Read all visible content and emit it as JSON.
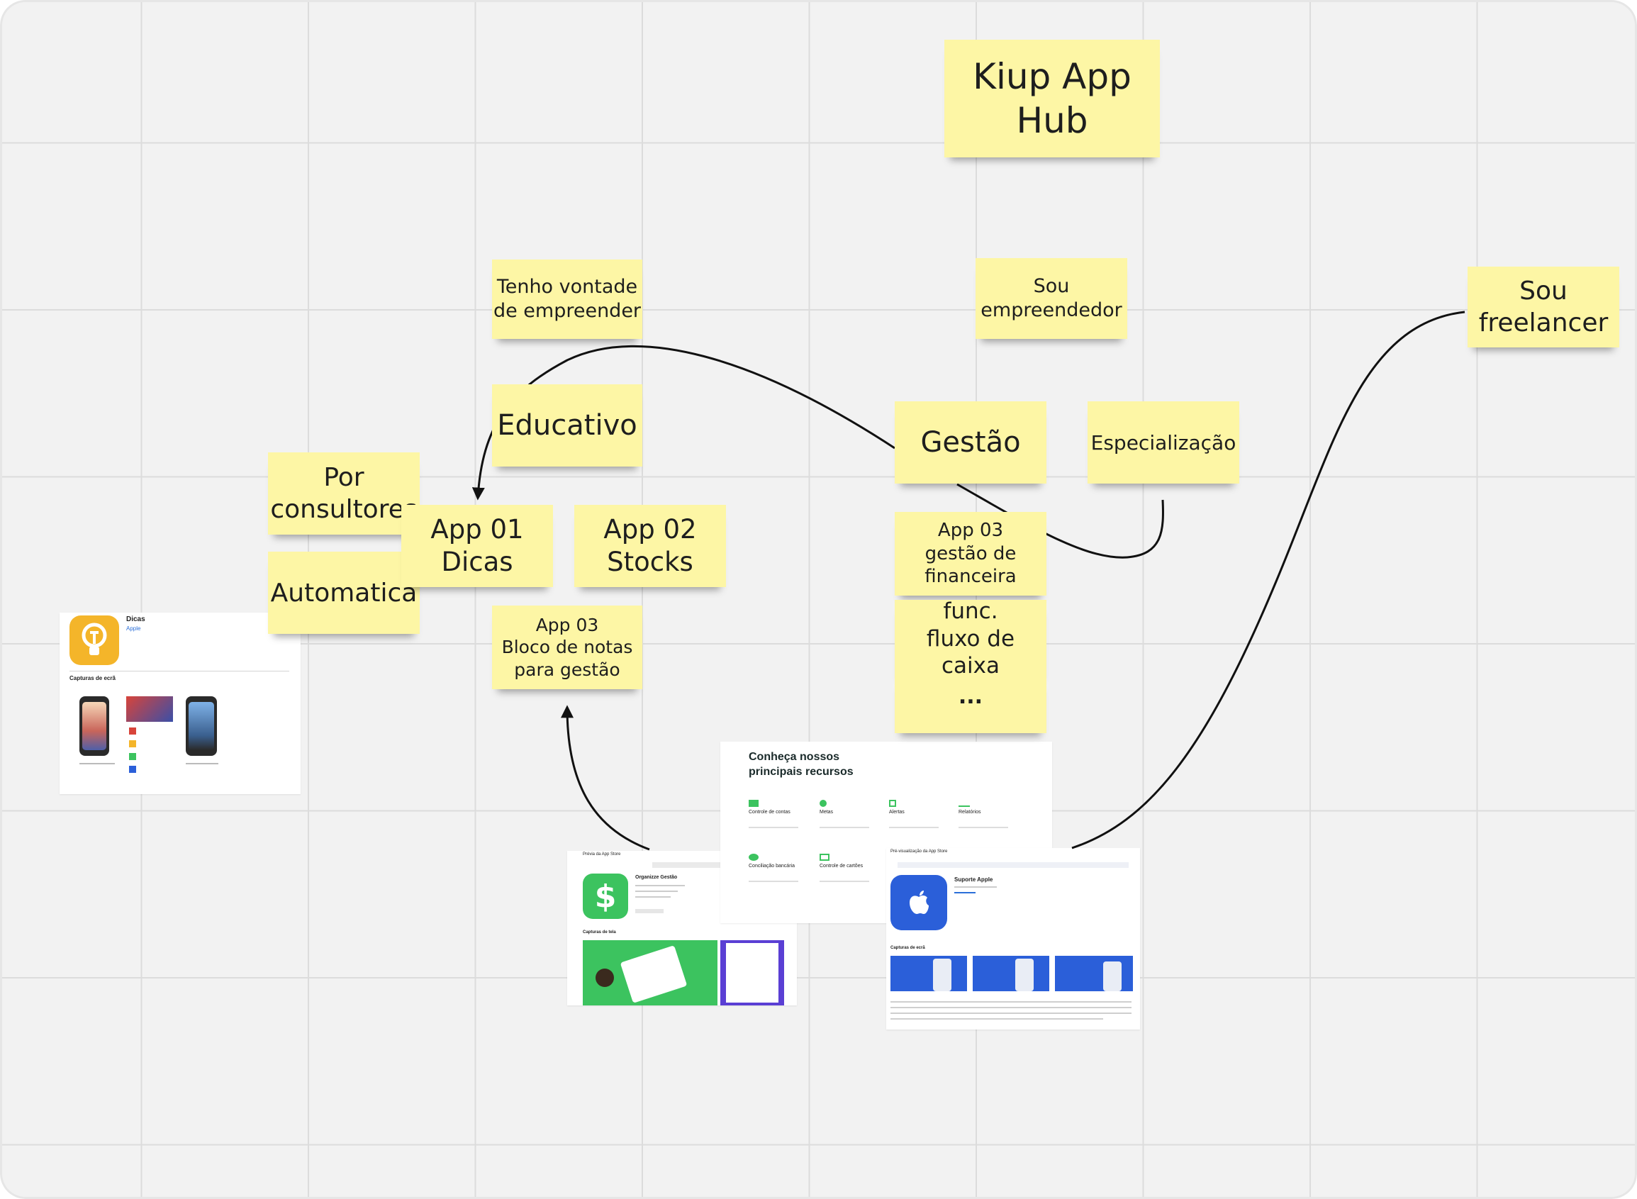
{
  "notes": {
    "title": "Kiup App\nHub",
    "tenho_vontade": "Tenho vontade\nde empreender",
    "sou_empreendedor": "Sou\nempreendedor",
    "sou_freelancer": "Sou\nfreelancer",
    "educativo": "Educativo",
    "gestao": "Gestão",
    "especializacao": "Especialização",
    "por_consultores": "Por\nconsultores",
    "automatica": "Automatica",
    "app01": "App 01\nDicas",
    "app02": "App 02\nStocks",
    "app03_gestao": "App 03\ngestão de\nfinanceira",
    "app03_bloco": "App 03\nBloco de notas\npara gestão",
    "func": "func.\nfluxo de caixa",
    "ellipsis": "..."
  },
  "screenshots": {
    "dicas": {
      "app_name": "Dicas",
      "developer": "Apple",
      "section": "Capturas de ecrã"
    },
    "organizze": {
      "store": "Prévia da App Store",
      "app_name": "Organizze Gestão",
      "section": "Capturas de tela"
    },
    "recursos": {
      "heading": "Conheça nossos\nprincipais recursos",
      "features": [
        "Controle de contas",
        "Metas",
        "Alertas",
        "Relatórios",
        "Conciliação bancária",
        "Controle de cartões"
      ]
    },
    "suporte": {
      "store": "Pré-visualização da App Store",
      "app_name": "Suporte Apple",
      "section": "Capturas de ecrã"
    }
  },
  "colors": {
    "note": "#fdf6a5",
    "board": "#f2f2f2",
    "grid": "#dcdcdc",
    "connector": "#111111",
    "dicas_icon": "#f4b52a",
    "organizze_green": "#3cc35f",
    "apple_blue": "#2b5fd9"
  }
}
